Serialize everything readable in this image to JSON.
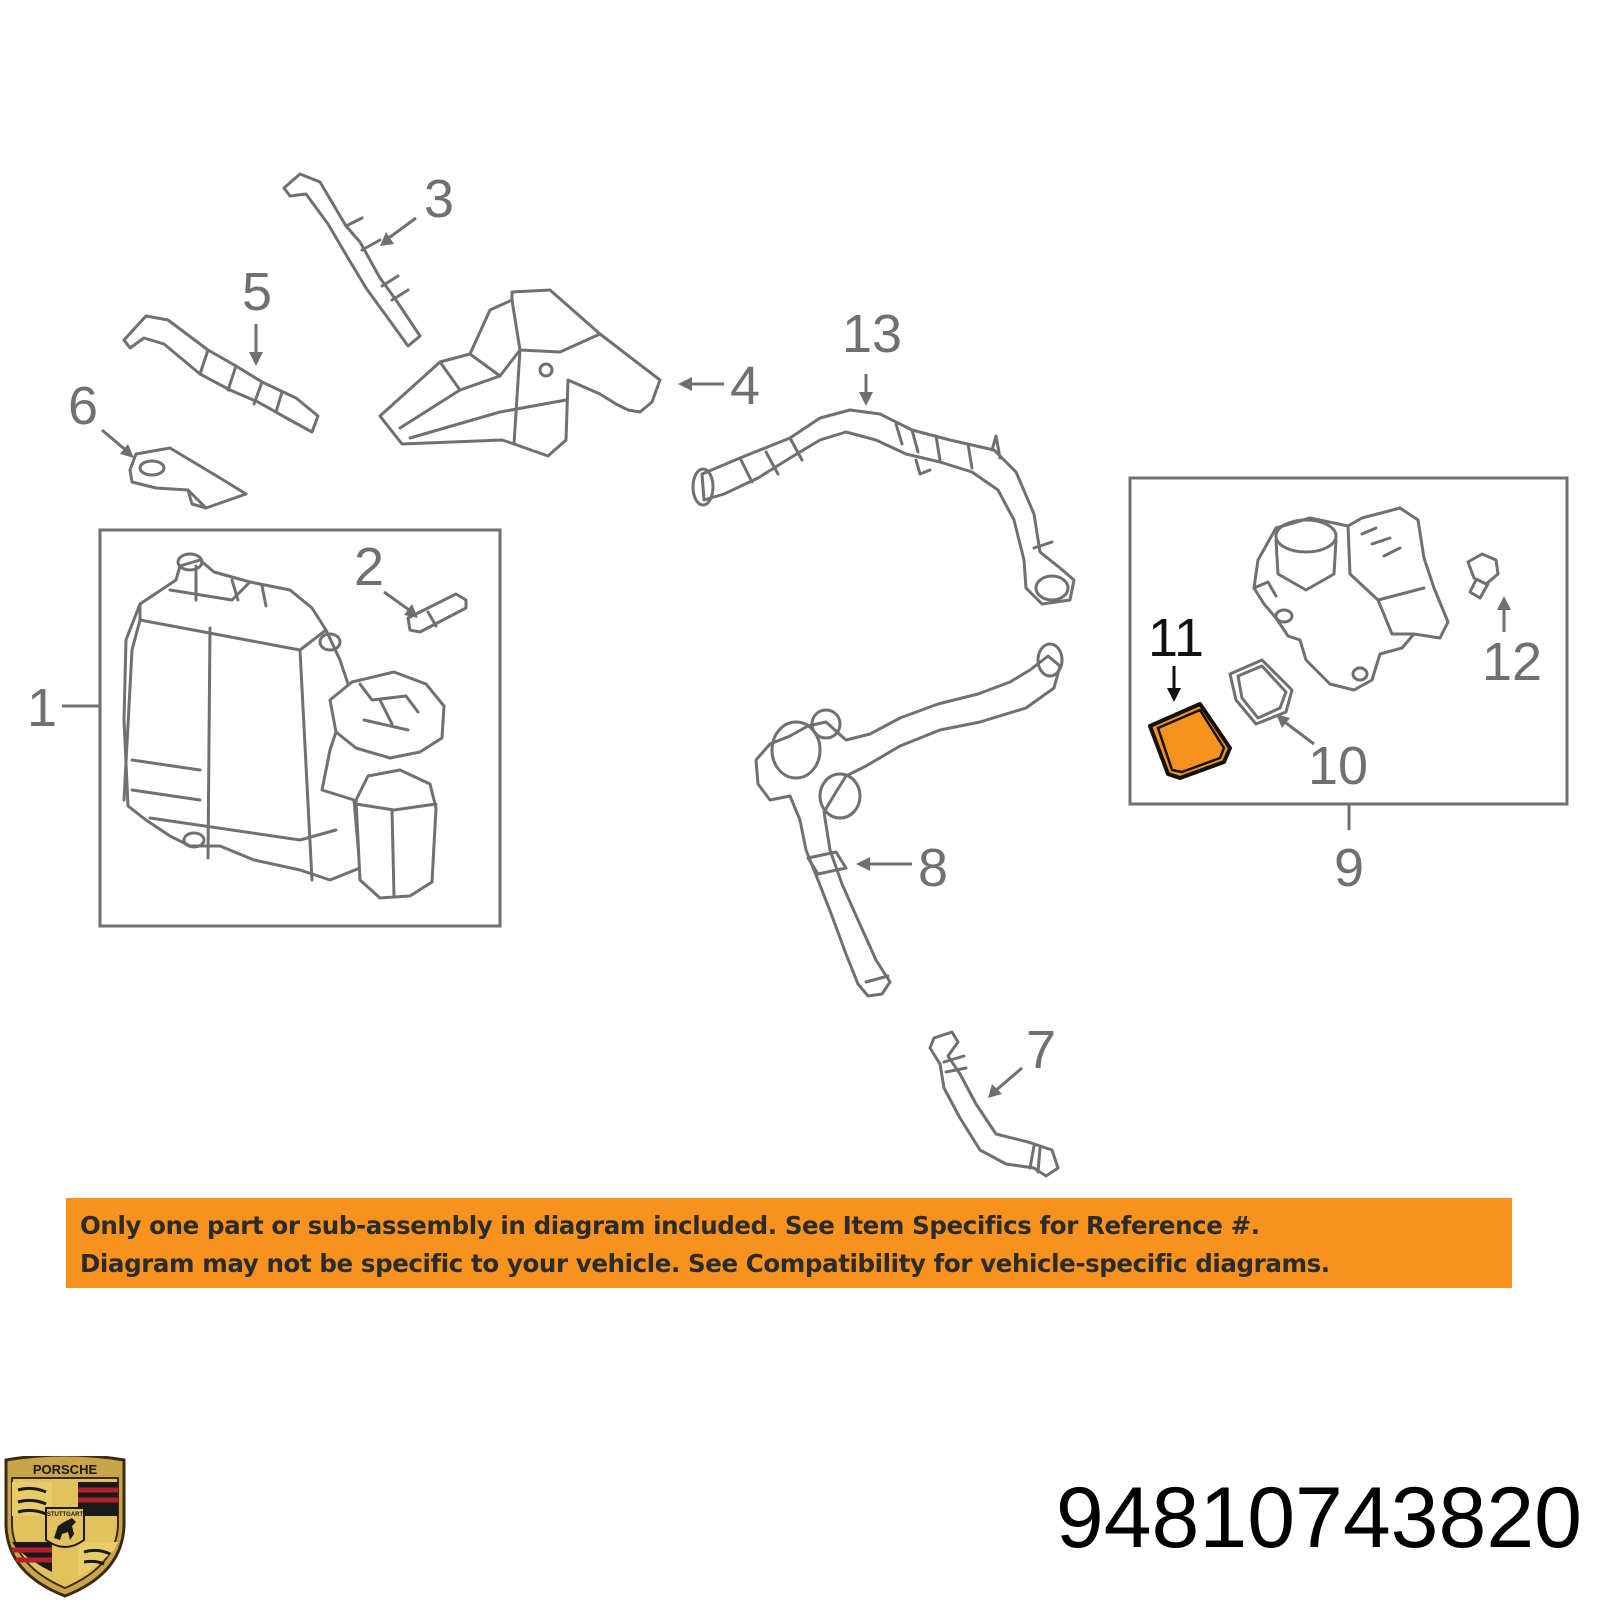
{
  "diagram": {
    "callouts": [
      {
        "id": "1",
        "label": "1"
      },
      {
        "id": "2",
        "label": "2"
      },
      {
        "id": "3",
        "label": "3"
      },
      {
        "id": "4",
        "label": "4"
      },
      {
        "id": "5",
        "label": "5"
      },
      {
        "id": "6",
        "label": "6"
      },
      {
        "id": "7",
        "label": "7"
      },
      {
        "id": "8",
        "label": "8"
      },
      {
        "id": "9",
        "label": "9"
      },
      {
        "id": "10",
        "label": "10"
      },
      {
        "id": "11",
        "label": "11"
      },
      {
        "id": "12",
        "label": "12"
      },
      {
        "id": "13",
        "label": "13"
      }
    ],
    "highlighted_part": "11",
    "highlight_color": "#f7921e"
  },
  "notice": {
    "line1": "Only one part or sub-assembly in diagram included. See Item Specifics for Reference #.",
    "line2": "Diagram may not be specific to your vehicle. See Compatibility for vehicle-specific diagrams.",
    "background": "#f7921e"
  },
  "part_number": "94810743820",
  "logo": {
    "name": "porsche-crest",
    "wordmark": "PORSCHE",
    "city": "STUTTGART"
  }
}
